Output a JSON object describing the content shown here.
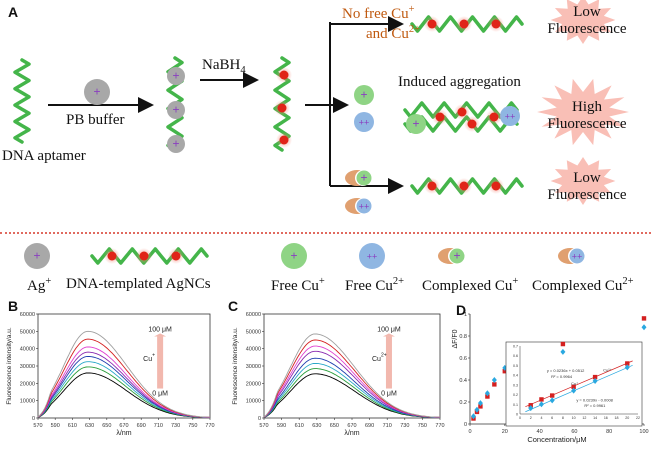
{
  "panels": {
    "a": "A",
    "b": "B",
    "c": "C",
    "d": "D"
  },
  "scheme": {
    "dna_aptamer": "DNA aptamer",
    "pb_buffer": "PB buffer",
    "reductant": "NaBH",
    "reductant_sub": "4",
    "no_free_line1": "No free Cu",
    "no_free_sup1": "+",
    "no_free_line2": "and Cu",
    "no_free_sup2": "2+",
    "induced": "Induced aggregation",
    "low_fl_1": "Low\nFluorescence",
    "high_fl": "High\nFluorescence",
    "low_fl_2": "Low\nFluorescence",
    "plus": "+",
    "plusplus": "++"
  },
  "legend": {
    "ag": "Ag",
    "ag_sup": "+",
    "agncs": "DNA-templated AgNCs",
    "free_cu1": "Free Cu",
    "free_cu1_sup": "+",
    "free_cu2": "Free Cu",
    "free_cu2_sup": "2+",
    "complexed_cu1": "Complexed Cu",
    "complexed_cu1_sup": "+",
    "complexed_cu2": "Complexed Cu",
    "complexed_cu2_sup": "2+"
  },
  "colors": {
    "dna": "#44b54a",
    "agncs": "#e02418",
    "glow": "#f48a7a",
    "ag_ion": "#a8a8a8",
    "cu1": "#8fd485",
    "cu2": "#8fb6e2",
    "complex": "#e0a070",
    "plus": "#8a3fc0",
    "orange_text": "#c05a10",
    "divider": "#e06a60"
  },
  "chart_data": [
    {
      "type": "line",
      "panel": "B",
      "ion_label": "Cu",
      "ion_sup": "+",
      "top_label": "100 μM",
      "bottom_label": "0 μM",
      "xlabel": "λ/nm",
      "ylabel": "Fluorescence intensity/a.u.",
      "xlim": [
        570,
        770
      ],
      "ylim": [
        0,
        60000
      ],
      "xticks": [
        570,
        590,
        610,
        630,
        650,
        670,
        690,
        710,
        730,
        750,
        770
      ],
      "yticks": [
        0,
        10000,
        20000,
        30000,
        40000,
        50000,
        60000
      ],
      "peak_x": 628,
      "series": [
        {
          "color": "#000000",
          "peak": 26000
        },
        {
          "color": "#2a9d3a",
          "peak": 29500
        },
        {
          "color": "#2aa8c8",
          "peak": 32500
        },
        {
          "color": "#1f3fb0",
          "peak": 35500
        },
        {
          "color": "#8a2ab0",
          "peak": 38000
        },
        {
          "color": "#e040d0",
          "peak": 41000
        },
        {
          "color": "#d42020",
          "peak": 45500
        },
        {
          "color": "#a0a0a0",
          "peak": 50000
        }
      ]
    },
    {
      "type": "line",
      "panel": "C",
      "ion_label": "Cu",
      "ion_sup": "2+",
      "top_label": "100 μM",
      "bottom_label": "0 μM",
      "xlabel": "λ/nm",
      "ylabel": "Fluorescence intensity/a.u.",
      "xlim": [
        570,
        770
      ],
      "ylim": [
        0,
        60000
      ],
      "xticks": [
        570,
        590,
        610,
        630,
        650,
        670,
        690,
        710,
        730,
        750,
        770
      ],
      "yticks": [
        0,
        10000,
        20000,
        30000,
        40000,
        50000,
        60000
      ],
      "peak_x": 628,
      "series": [
        {
          "color": "#000000",
          "peak": 25500
        },
        {
          "color": "#2a9d3a",
          "peak": 28500
        },
        {
          "color": "#2aa8c8",
          "peak": 31500
        },
        {
          "color": "#1f3fb0",
          "peak": 34500
        },
        {
          "color": "#8a2ab0",
          "peak": 38500
        },
        {
          "color": "#e040d0",
          "peak": 41500
        },
        {
          "color": "#d42020",
          "peak": 45000
        },
        {
          "color": "#a0a0a0",
          "peak": 48500
        }
      ]
    },
    {
      "type": "scatter",
      "panel": "D",
      "xlabel": "Concentration/μM",
      "ylabel": "ΔF/F",
      "ylabel_sub": "0",
      "xticks": [
        0,
        20,
        40,
        60,
        80,
        100
      ],
      "yticks": [
        0,
        0.2,
        0.4,
        0.6,
        0.8,
        1.0
      ],
      "ytick_labels": [
        "0",
        "0.2",
        "0.4",
        "0.6",
        "0.8",
        "1"
      ],
      "xlim": [
        0,
        100
      ],
      "ylim": [
        0,
        1.0
      ],
      "series": [
        {
          "name": "Cu2+",
          "color": "#d42020",
          "marker": "square",
          "points": [
            [
              2,
              0.05
            ],
            [
              4,
              0.11
            ],
            [
              6,
              0.16
            ],
            [
              10,
              0.25
            ],
            [
              14,
              0.36
            ],
            [
              20,
              0.48
            ],
            [
              100,
              0.96
            ]
          ]
        },
        {
          "name": "Cu+",
          "color": "#2aa8e0",
          "marker": "diamond",
          "points": [
            [
              2,
              0.07
            ],
            [
              4,
              0.13
            ],
            [
              6,
              0.19
            ],
            [
              10,
              0.28
            ],
            [
              14,
              0.4
            ],
            [
              20,
              0.51
            ],
            [
              100,
              0.88
            ]
          ]
        }
      ],
      "inset": {
        "xticks": [
          0,
          2,
          4,
          6,
          8,
          10,
          12,
          14,
          16,
          18,
          20,
          22
        ],
        "yticks": [
          0,
          0.1,
          0.2,
          0.3,
          0.4,
          0.5,
          0.6,
          0.7
        ],
        "ytick_labels": [
          "0",
          "0.1",
          "0.2",
          "0.3",
          "0.4",
          "0.5",
          "0.6",
          "0.7"
        ],
        "xlim": [
          0,
          22
        ],
        "ylim": [
          0,
          0.7
        ],
        "eq_cu2": "y = 0.0236x + 0.0512",
        "r2_cu2": "R² = 0.9964",
        "name_cu2": "Cu²⁺",
        "eq_cu1": "y = 0.0239x - 0.0008",
        "r2_cu1": "R² = 0.9961",
        "name_cu1": "Cu⁺",
        "series": [
          {
            "name": "Cu2+",
            "color": "#d42020",
            "marker": "square",
            "points": [
              [
                2,
                0.09
              ],
              [
                4,
                0.15
              ],
              [
                6,
                0.19
              ],
              [
                10,
                0.28
              ],
              [
                14,
                0.38
              ],
              [
                20,
                0.52
              ],
              [
                8,
                0.72
              ]
            ]
          },
          {
            "name": "Cu+",
            "color": "#2aa8e0",
            "marker": "diamond",
            "points": [
              [
                2,
                0.06
              ],
              [
                4,
                0.1
              ],
              [
                6,
                0.14
              ],
              [
                10,
                0.24
              ],
              [
                14,
                0.34
              ],
              [
                20,
                0.48
              ],
              [
                8,
                0.64
              ]
            ]
          }
        ],
        "fits": [
          {
            "color": "#d42020",
            "slope": 0.0236,
            "intercept": 0.0512
          },
          {
            "color": "#2aa8e0",
            "slope": 0.0239,
            "intercept": -0.0008
          }
        ]
      }
    }
  ]
}
